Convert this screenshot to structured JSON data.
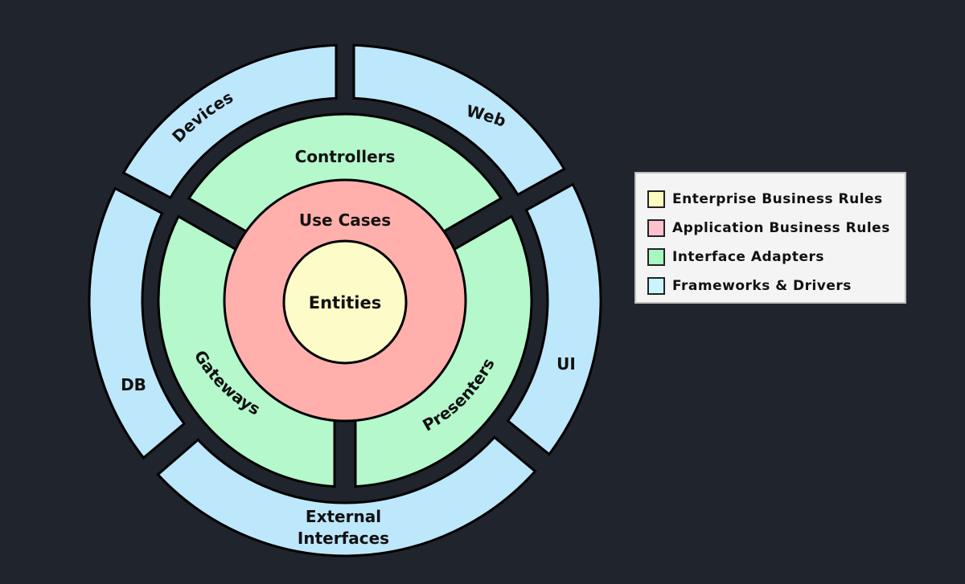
{
  "colors": {
    "background": "#20242c",
    "entities": "#fdfcc8",
    "use_cases": "#ffb0ac",
    "adapters": "#b4f8cc",
    "frameworks": "#bde7fb",
    "legend_entities": "#fffbc0",
    "legend_use_cases": "#ffc2cc",
    "legend_adapters": "#a6f8c0",
    "legend_frameworks": "#c8f6ff"
  },
  "center": {
    "label": "Entities"
  },
  "use_cases": {
    "label": "Use Cases"
  },
  "adapters": {
    "controllers": "Controllers",
    "gateways": "Gateways",
    "presenters": "Presenters"
  },
  "frameworks": {
    "devices": "Devices",
    "web": "Web",
    "ui": "UI",
    "db": "DB",
    "external_line1": "External",
    "external_line2": "Interfaces"
  },
  "legend": {
    "items": [
      {
        "label": "Enterprise Business Rules"
      },
      {
        "label": "Application Business Rules"
      },
      {
        "label": "Interface Adapters"
      },
      {
        "label": "Frameworks & Drivers"
      }
    ]
  }
}
